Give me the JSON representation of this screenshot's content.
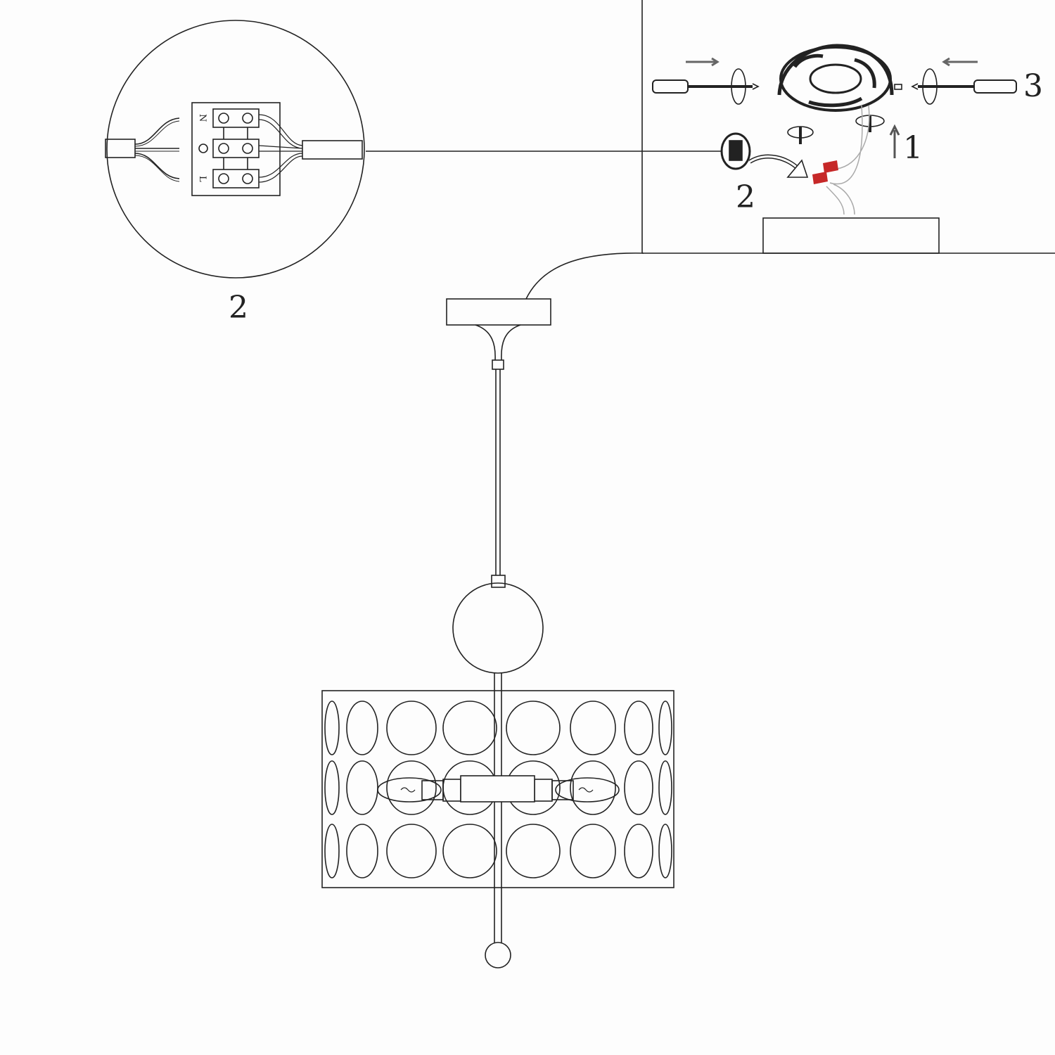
{
  "detail_circle": {
    "terminal_labels": [
      "N",
      "O",
      "L"
    ],
    "step_label": "2"
  },
  "ceiling_detail": {
    "step_labels": {
      "mount_screws": "1",
      "connect_wires": "2",
      "fix_screws": "3"
    }
  },
  "colors": {
    "line": "#222222",
    "wire_cap": "#c62828",
    "wire": "#aaaaaa"
  }
}
